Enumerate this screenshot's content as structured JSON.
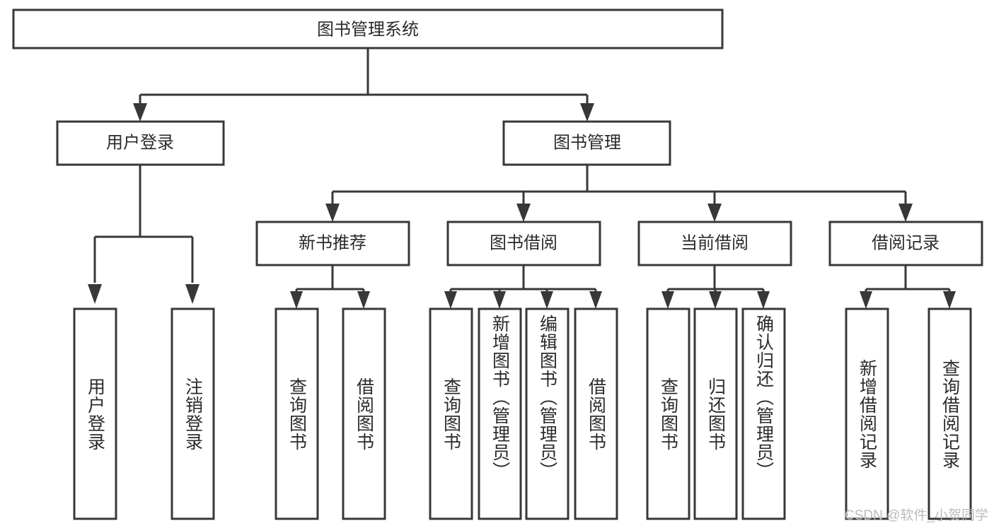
{
  "diagram": {
    "title": "图书管理系统",
    "type": "tree",
    "orientation": "top-down",
    "colors": {
      "box_fill": "#ffffff",
      "box_stroke": "#36383a",
      "connector": "#36383a",
      "text": "#2b2b2b",
      "watermark": "#b9bcc0"
    },
    "root": {
      "label": "图书管理系统"
    },
    "level2": [
      {
        "label": "用户登录"
      },
      {
        "label": "图书管理"
      }
    ],
    "level3": [
      {
        "label": "新书推荐"
      },
      {
        "label": "图书借阅"
      },
      {
        "label": "当前借阅"
      },
      {
        "label": "借阅记录"
      }
    ],
    "leaves": {
      "user_login": [
        {
          "label": "用户登录"
        },
        {
          "label": "注销登录"
        }
      ],
      "new_book_recommend": [
        {
          "label": "查询图书"
        },
        {
          "label": "借阅图书"
        }
      ],
      "book_borrow": [
        {
          "label": "查询图书"
        },
        {
          "label": "新增图书（管理员）"
        },
        {
          "label": "编辑图书（管理员）"
        },
        {
          "label": "借阅图书"
        }
      ],
      "current_borrow": [
        {
          "label": "查询图书"
        },
        {
          "label": "归还图书"
        },
        {
          "label": "确认归还（管理员）"
        }
      ],
      "borrow_records": [
        {
          "label": "新增借阅记录"
        },
        {
          "label": "查询借阅记录"
        }
      ]
    }
  },
  "watermark": {
    "text": "CSDN @软件_小贺同学"
  }
}
